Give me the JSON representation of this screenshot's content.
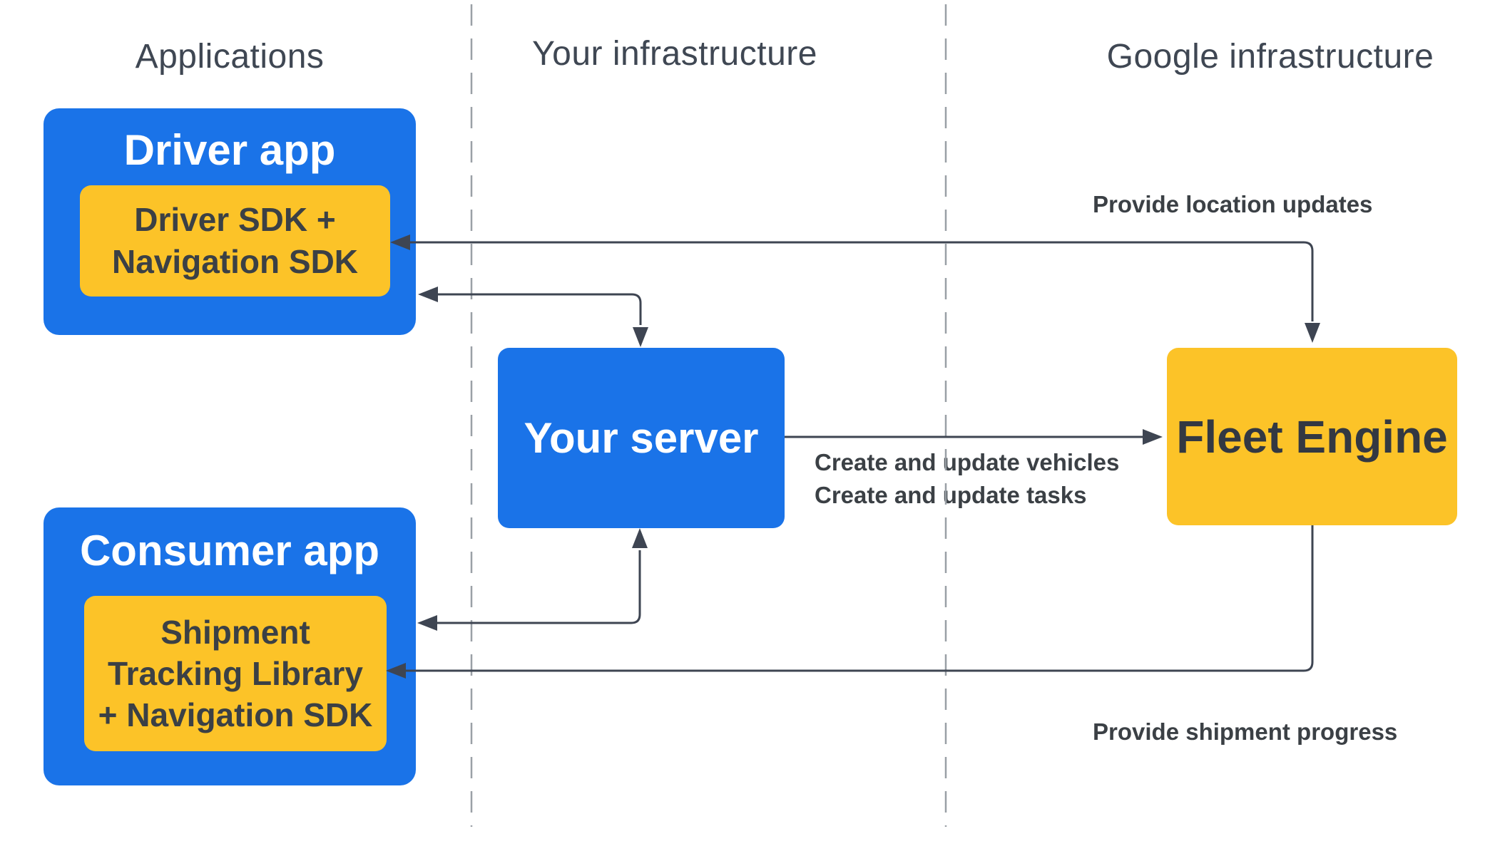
{
  "diagram": {
    "columns": [
      {
        "label": "Applications"
      },
      {
        "label": "Your infrastructure"
      },
      {
        "label": "Google infrastructure"
      }
    ],
    "nodes": {
      "driver_app": {
        "title": "Driver app"
      },
      "driver_sdk": {
        "lines": [
          "Driver SDK +",
          "Navigation SDK"
        ]
      },
      "your_server": {
        "title": "Your server"
      },
      "fleet_engine": {
        "title": "Fleet Engine"
      },
      "consumer_app": {
        "title": "Consumer app"
      },
      "shipment_lib": {
        "lines": [
          "Shipment",
          "Tracking Library",
          "+ Navigation SDK"
        ]
      }
    },
    "edge_labels": {
      "location_updates": "Provide location updates",
      "create_vehicles": "Create and update vehicles",
      "create_tasks": "Create and update tasks",
      "shipment_progress": "Provide shipment progress"
    },
    "colors": {
      "blue": "#1a73e8",
      "yellow": "#fcc328",
      "dark_text": "#3b4045",
      "arrow": "#3e4552",
      "divider": "#9aa0a6",
      "header_text": "#3f4753",
      "background": "#ffffff"
    }
  }
}
